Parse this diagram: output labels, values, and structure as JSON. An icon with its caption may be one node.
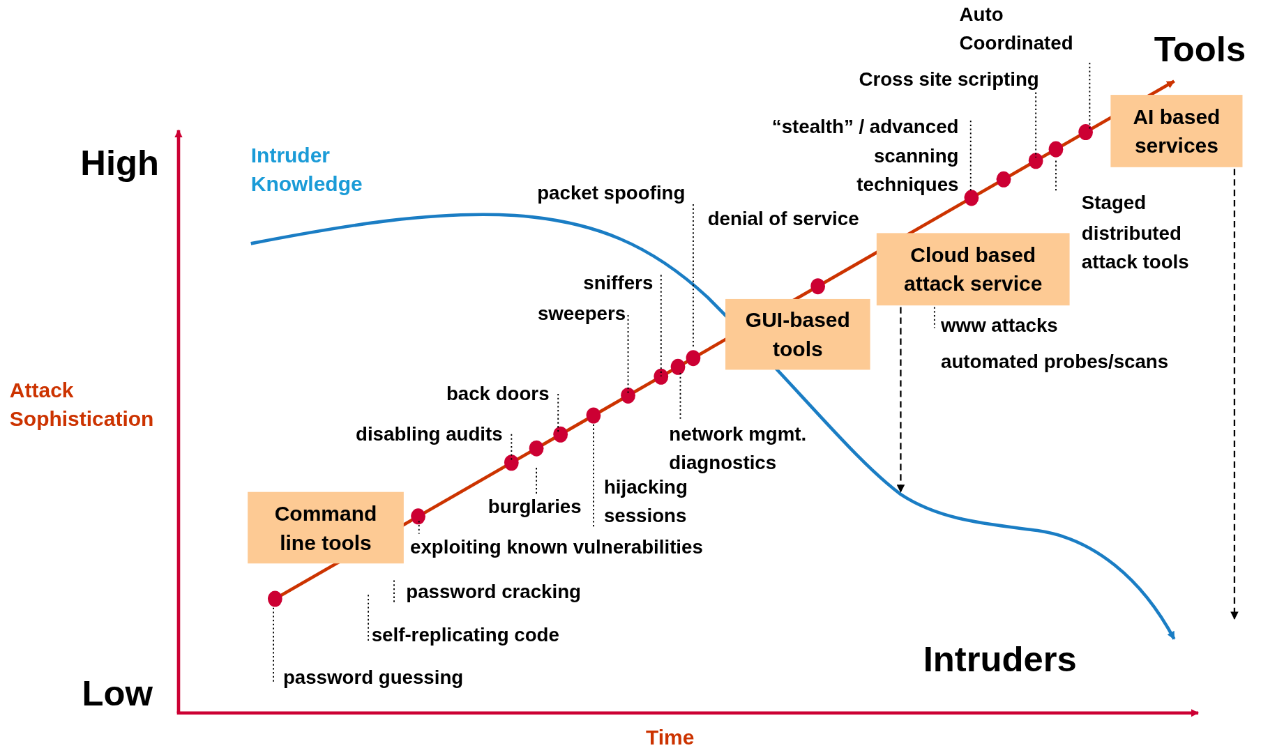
{
  "diagram": {
    "nodes": [
      {
        "text": [
          "Auto Coordinated"
        ]
      },
      {
        "text": [
          "Cross site scripting"
        ]
      },
      {
        "text": [
          "AI based services"
        ]
      },
      {
        "text": [
          "“stealth” / advanced scanning techniques"
        ]
      },
      {
        "text": [
          "packet spoofing"
        ]
      },
      {
        "text": [
          "Staged"
        ]
      },
      {
        "text": [
          "Cloud based attack service"
        ]
      },
      {
        "text": [
          "sniffers"
        ]
      },
      {
        "text": [
          "sweepers"
        ]
      },
      {
        "text": [
          "GUI-based tools"
        ]
      },
      {
        "text": [
          "www attacks"
        ]
      },
      {
        "text": [
          "back doors"
        ]
      },
      {
        "text": [
          "network mgmt. diagnostics"
        ]
      },
      {
        "text": [
          "disabling audits"
        ]
      },
      {
        "text": [
          "hijacking sessions"
        ]
      },
      {
        "text": [
          "burglaries"
        ]
      },
      {
        "text": [
          "Command line tools"
        ]
      },
      {
        "text": [
          "exploiting known vulnerabilities"
        ]
      },
      {
        "text": [
          "password cracking"
        ]
      },
      {
        "text": [
          "self-replicating code"
        ]
      },
      {
        "text": [
          "password guessing"
        ]
      }
    ],
    "edges": [
      {
        "from": 0,
        "to": null,
        "arrow": "none"
      },
      {
        "from": 1,
        "to": null,
        "arrow": "none"
      },
      {
        "from": 2,
        "to": null,
        "arrow": "to",
        "style": "dashed"
      },
      {
        "from": 3,
        "to": null,
        "arrow": "none"
      },
      {
        "from": 4,
        "to": null,
        "arrow": "none"
      },
      {
        "from": 5,
        "to": null,
        "arrow": "none"
      },
      {
        "from": 6,
        "to": null,
        "arrow": "to",
        "style": "dashed"
      },
      {
        "from": 7,
        "to": null,
        "arrow": "none"
      },
      {
        "from": 8,
        "to": null,
        "arrow": "none"
      },
      {
        "from": 10,
        "to": null,
        "arrow": "none"
      },
      {
        "from": 11,
        "to": null,
        "arrow": "none"
      },
      {
        "from": 12,
        "to": null,
        "arrow": "none"
      },
      {
        "from": 13,
        "to": null,
        "arrow": "none"
      },
      {
        "from": 14,
        "to": null,
        "arrow": "none"
      },
      {
        "from": 15,
        "to": null,
        "arrow": "none"
      },
      {
        "from": 17,
        "to": null,
        "arrow": "none"
      },
      {
        "from": 18,
        "to": null,
        "arrow": "none"
      },
      {
        "from": 19,
        "to": null,
        "arrow": "none"
      },
      {
        "from": 20,
        "to": null,
        "arrow": "none"
      }
    ],
    "labels": [
      "Tools",
      "High",
      "Intruder Knowledge",
      "denial of service",
      "distributed attack tools",
      "automated probes/scans",
      "Attack Sophistication",
      "Intruders",
      "Low",
      "Time"
    ]
  }
}
